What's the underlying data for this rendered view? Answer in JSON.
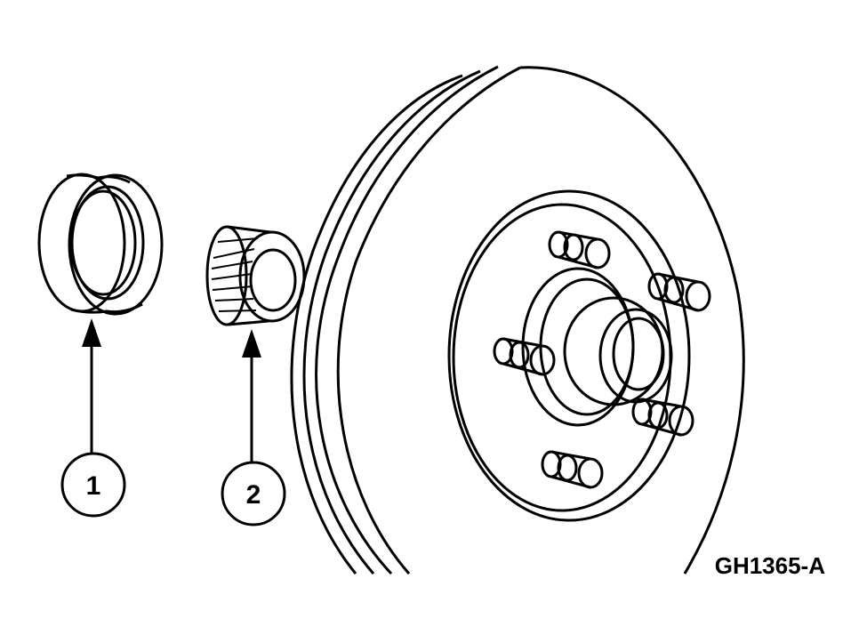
{
  "callouts": [
    {
      "label": "1"
    },
    {
      "label": "2"
    }
  ],
  "figure_id": "GH1365-A"
}
